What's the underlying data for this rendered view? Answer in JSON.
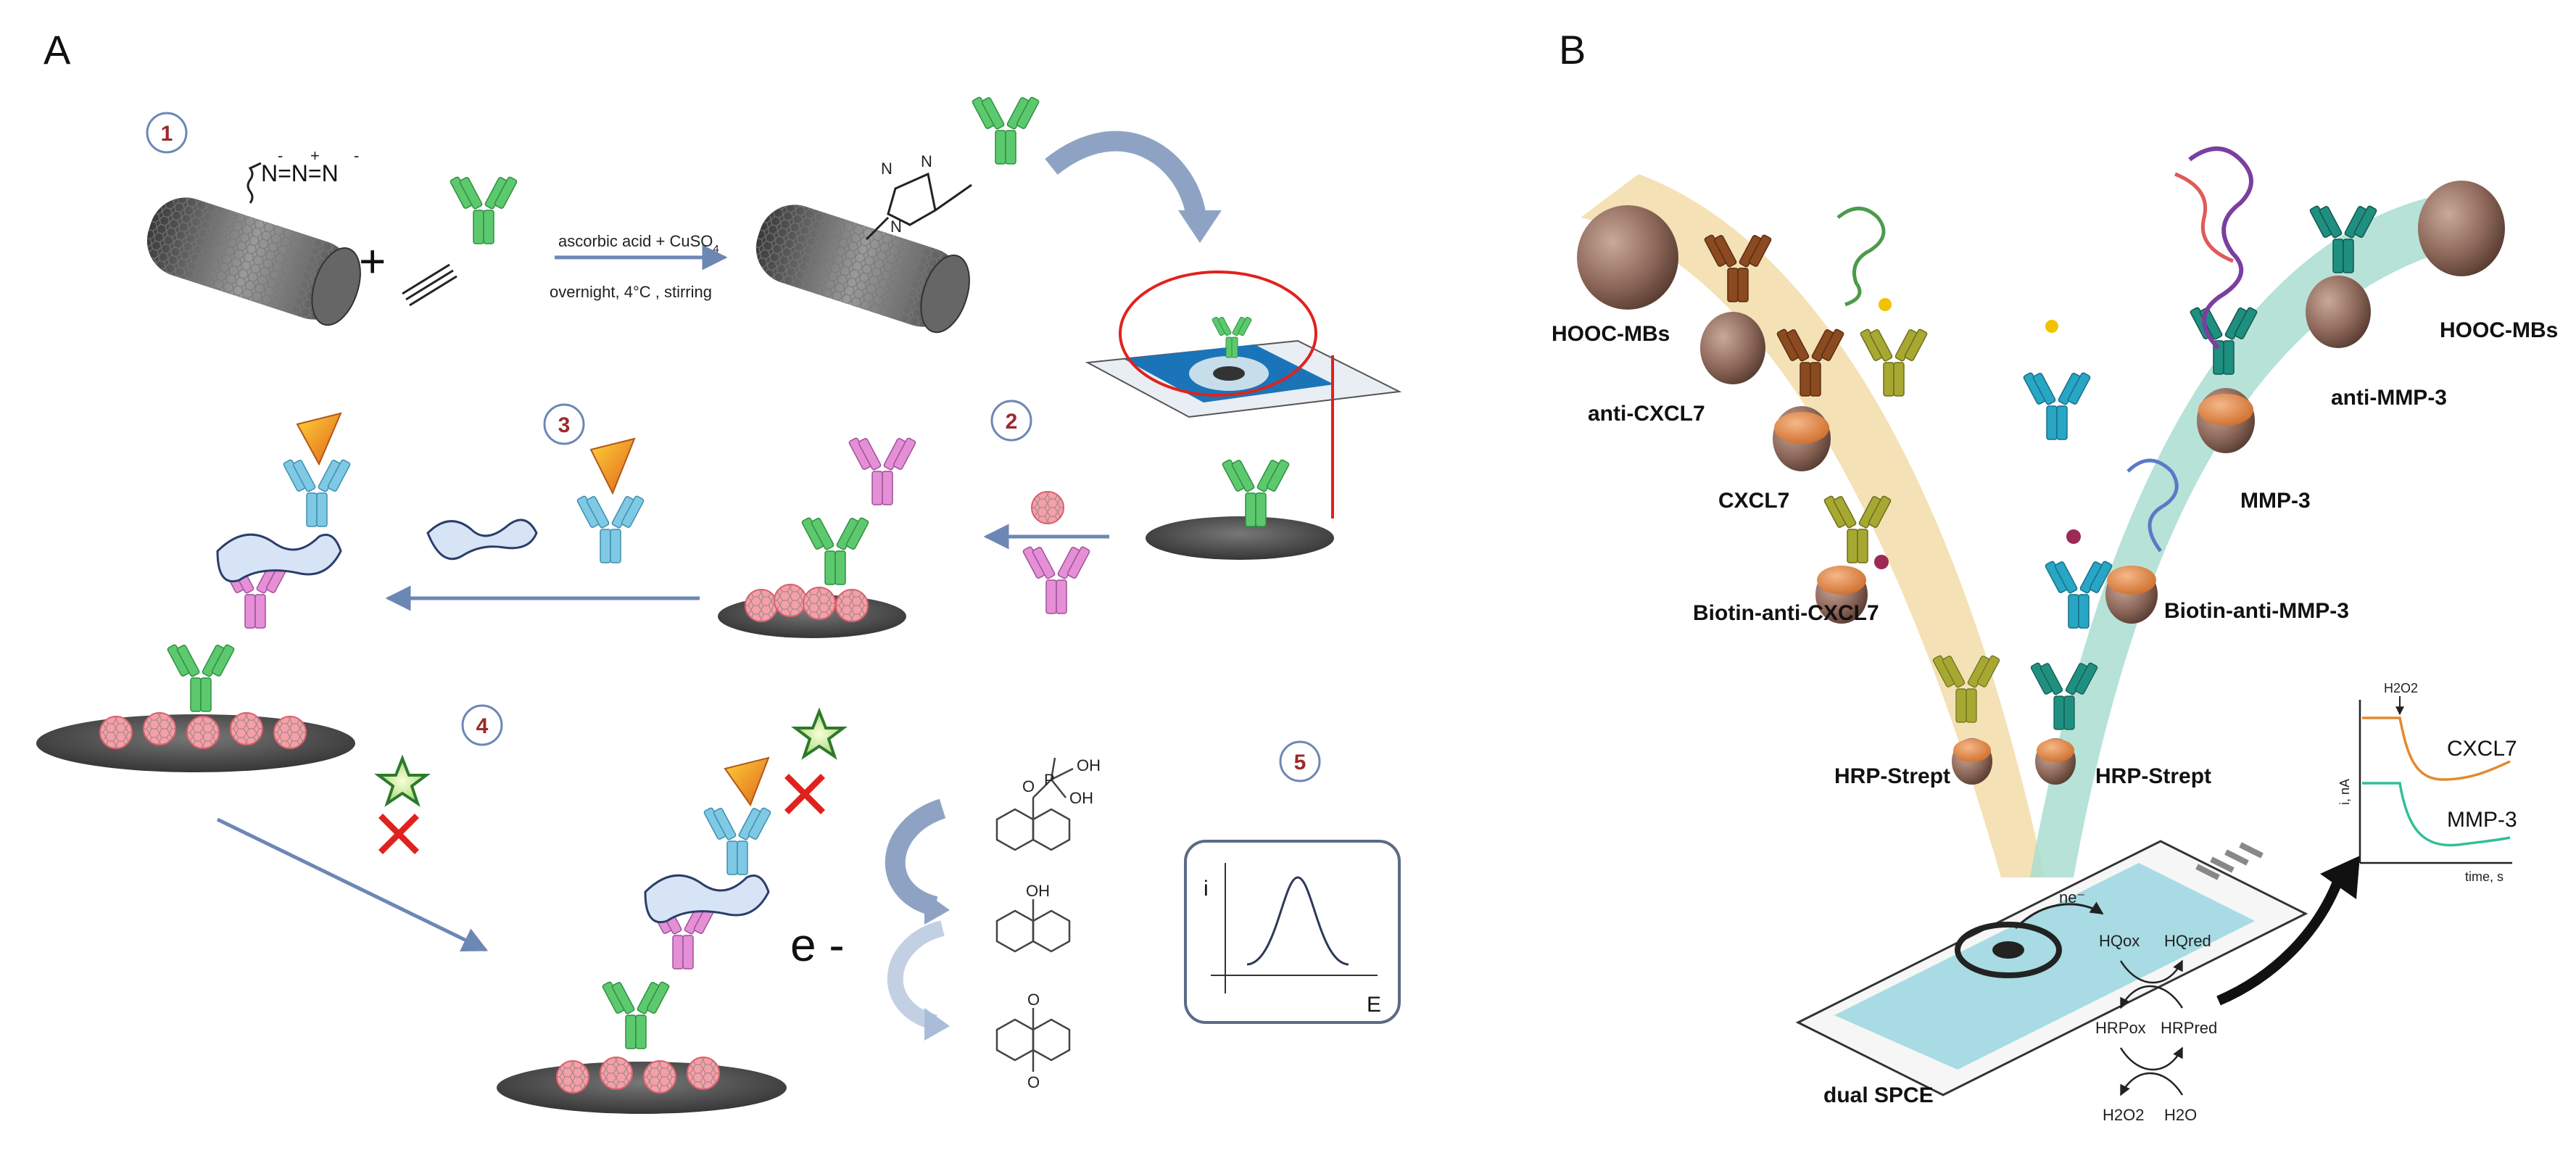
{
  "panels": {
    "a": "A",
    "b": "B"
  },
  "panel_a": {
    "steps": [
      "1",
      "2",
      "3",
      "4",
      "5"
    ],
    "reaction": {
      "condition_top": "ascorbic acid + CuSO",
      "condition_top_sub": "4",
      "condition_bottom": "overnight,  4°C , stirring"
    },
    "azide": "N=N=N",
    "triazole_n1": "N",
    "triazole_n2": "N",
    "triazole_n3": "N",
    "plus": "+",
    "electron": "e -",
    "voltammogram": {
      "y_axis": "i",
      "x_axis": "E"
    },
    "molecules": {
      "oh_top": "OH",
      "p": "P",
      "o": "O",
      "oh_1": "OH",
      "oh_naphthol": "OH",
      "o_quinone_top": "O",
      "o_quinone_bottom": "O"
    }
  },
  "panel_b": {
    "labels": {
      "hooc_left": "HOOC-MBs",
      "hooc_right": "HOOC-MBs",
      "anti_cxcl7": "anti-CXCL7",
      "anti_mmp3": "anti-MMP-3",
      "cxcl7": "CXCL7",
      "mmp3": "MMP-3",
      "biotin_cxcl7": "Biotin-anti-CXCL7",
      "biotin_mmp3": "Biotin-anti-MMP-3",
      "hrp_left": "HRP-Strept",
      "hrp_right": "HRP-Strept",
      "dual_spce": "dual SPCE",
      "ne": "ne⁻",
      "hq_ox": "HQox",
      "hq_red": "HQred",
      "hrp_ox": "HRPox",
      "hrp_red": "HRPred",
      "h2o2": "H2O2",
      "h2o": "H2O"
    },
    "inset": {
      "marker": "H2O2",
      "y_axis": "i, nA",
      "x_axis": "time, s",
      "series": [
        "CXCL7",
        "MMP-3"
      ]
    }
  },
  "colors": {
    "antibody_green": "#5cc96f",
    "antibody_pink": "#e58fd6",
    "antibody_blue": "#7fc9e4",
    "cnt_gray": "#5a5a5a",
    "arrow_blue": "#6d87b5",
    "red": "#e0221d",
    "bead_brown": "#8f6a5c",
    "antibody_brown": "#8b4a1f",
    "antibody_teal": "#1f8f80",
    "antibody_olive": "#a6a832",
    "antibody_cyan": "#28a6c4",
    "hrp_orange": "#e68a45",
    "tan_band": "#f1d9a3",
    "teal_band": "#a9ddd0",
    "spce_blue": "#a8dbe3",
    "cxcl7_line": "#e38a2e",
    "mmp3_line": "#2fbf98"
  }
}
